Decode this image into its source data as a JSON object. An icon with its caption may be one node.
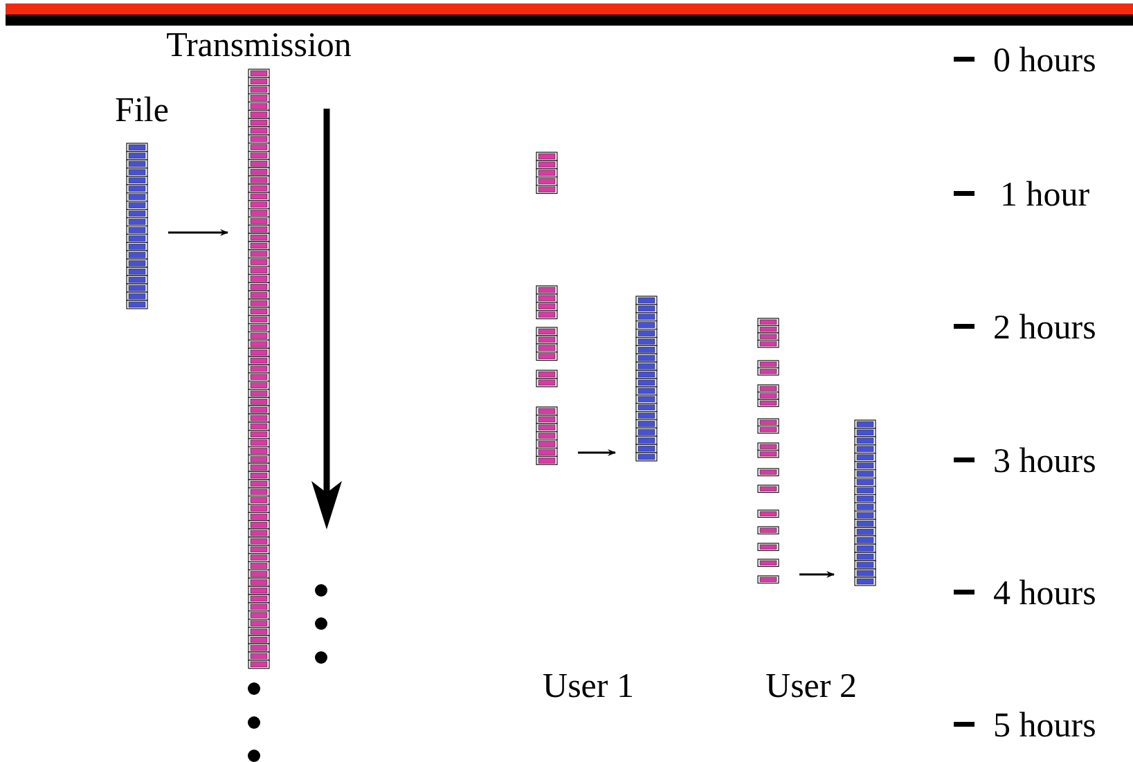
{
  "diagram": {
    "nodes": [
      {
        "text": [
          "File"
        ]
      },
      {
        "text": [
          "Transmission"
        ]
      },
      {
        "text": [],
        "shape": "bar"
      },
      {
        "text": [],
        "shape": "bar"
      },
      {
        "text": [],
        "shape": "bar"
      },
      {
        "text": [],
        "shape": "bar"
      }
    ],
    "edges": [
      {
        "from": 0,
        "to": 1,
        "arrow": "to"
      },
      {
        "from": 2,
        "to": 3,
        "arrow": "to"
      },
      {
        "from": 4,
        "to": 5,
        "arrow": "to"
      }
    ],
    "labels": [
      "0 hours",
      "1 hour",
      "2 hours",
      "3 hours",
      "4 hours",
      "5 hours",
      "User 1",
      "User 2"
    ]
  }
}
